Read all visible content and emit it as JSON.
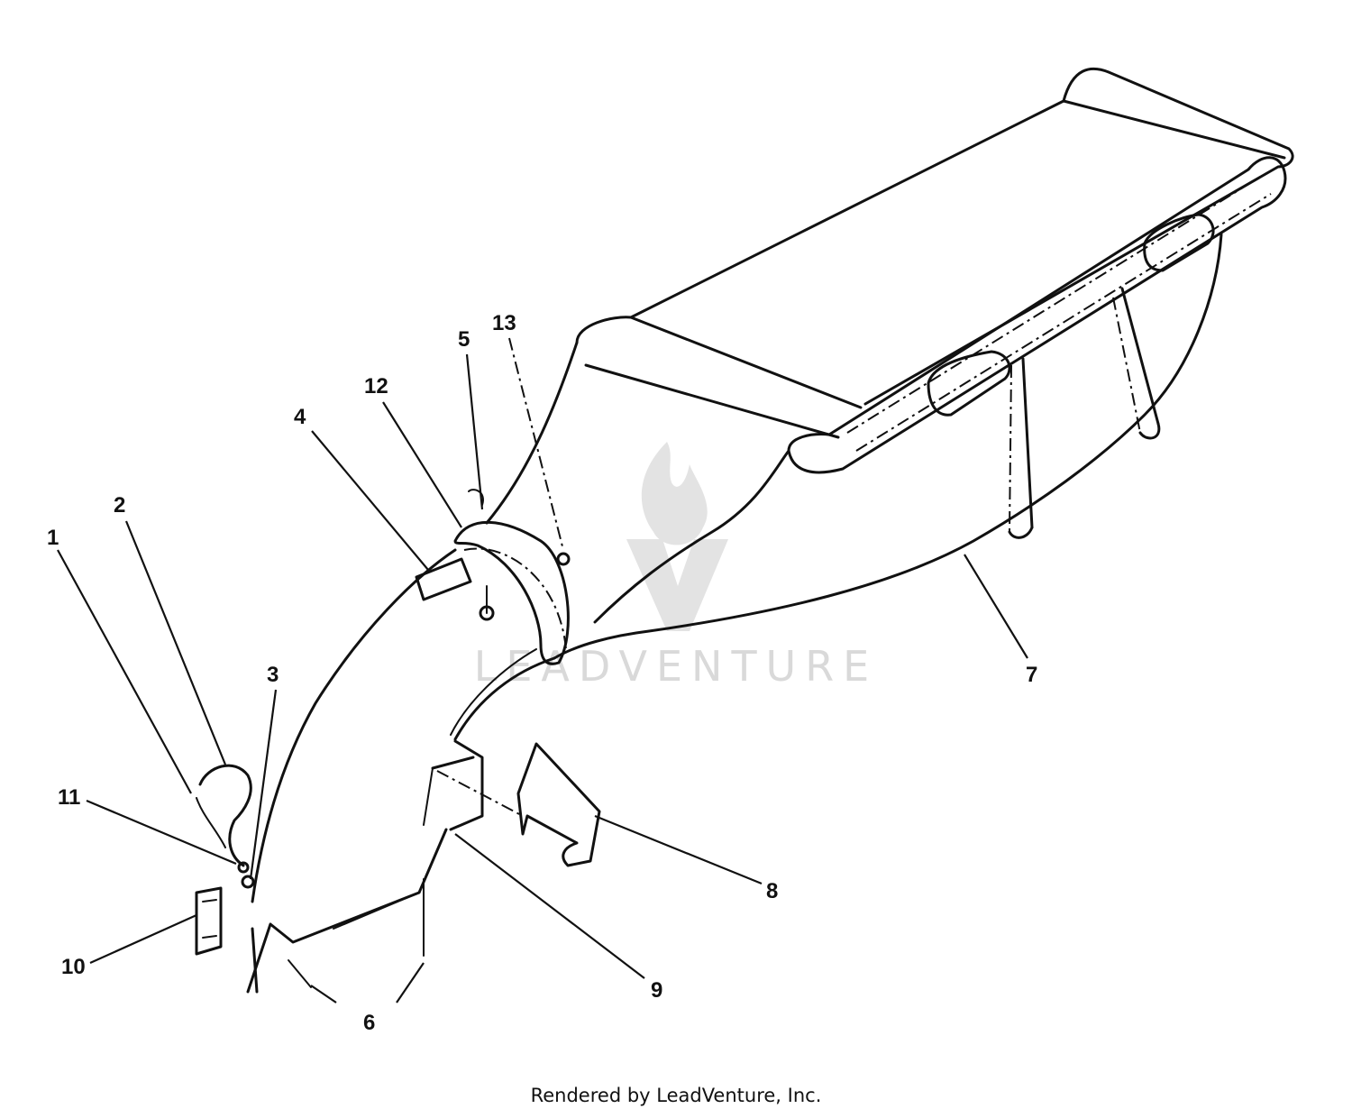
{
  "diagram": {
    "callouts": [
      "1",
      "2",
      "3",
      "4",
      "5",
      "6",
      "7",
      "8",
      "9",
      "10",
      "11",
      "12",
      "13"
    ]
  },
  "watermark": {
    "text": "LEADVENTURE"
  },
  "footer": {
    "credit": "Rendered by LeadVenture, Inc."
  }
}
